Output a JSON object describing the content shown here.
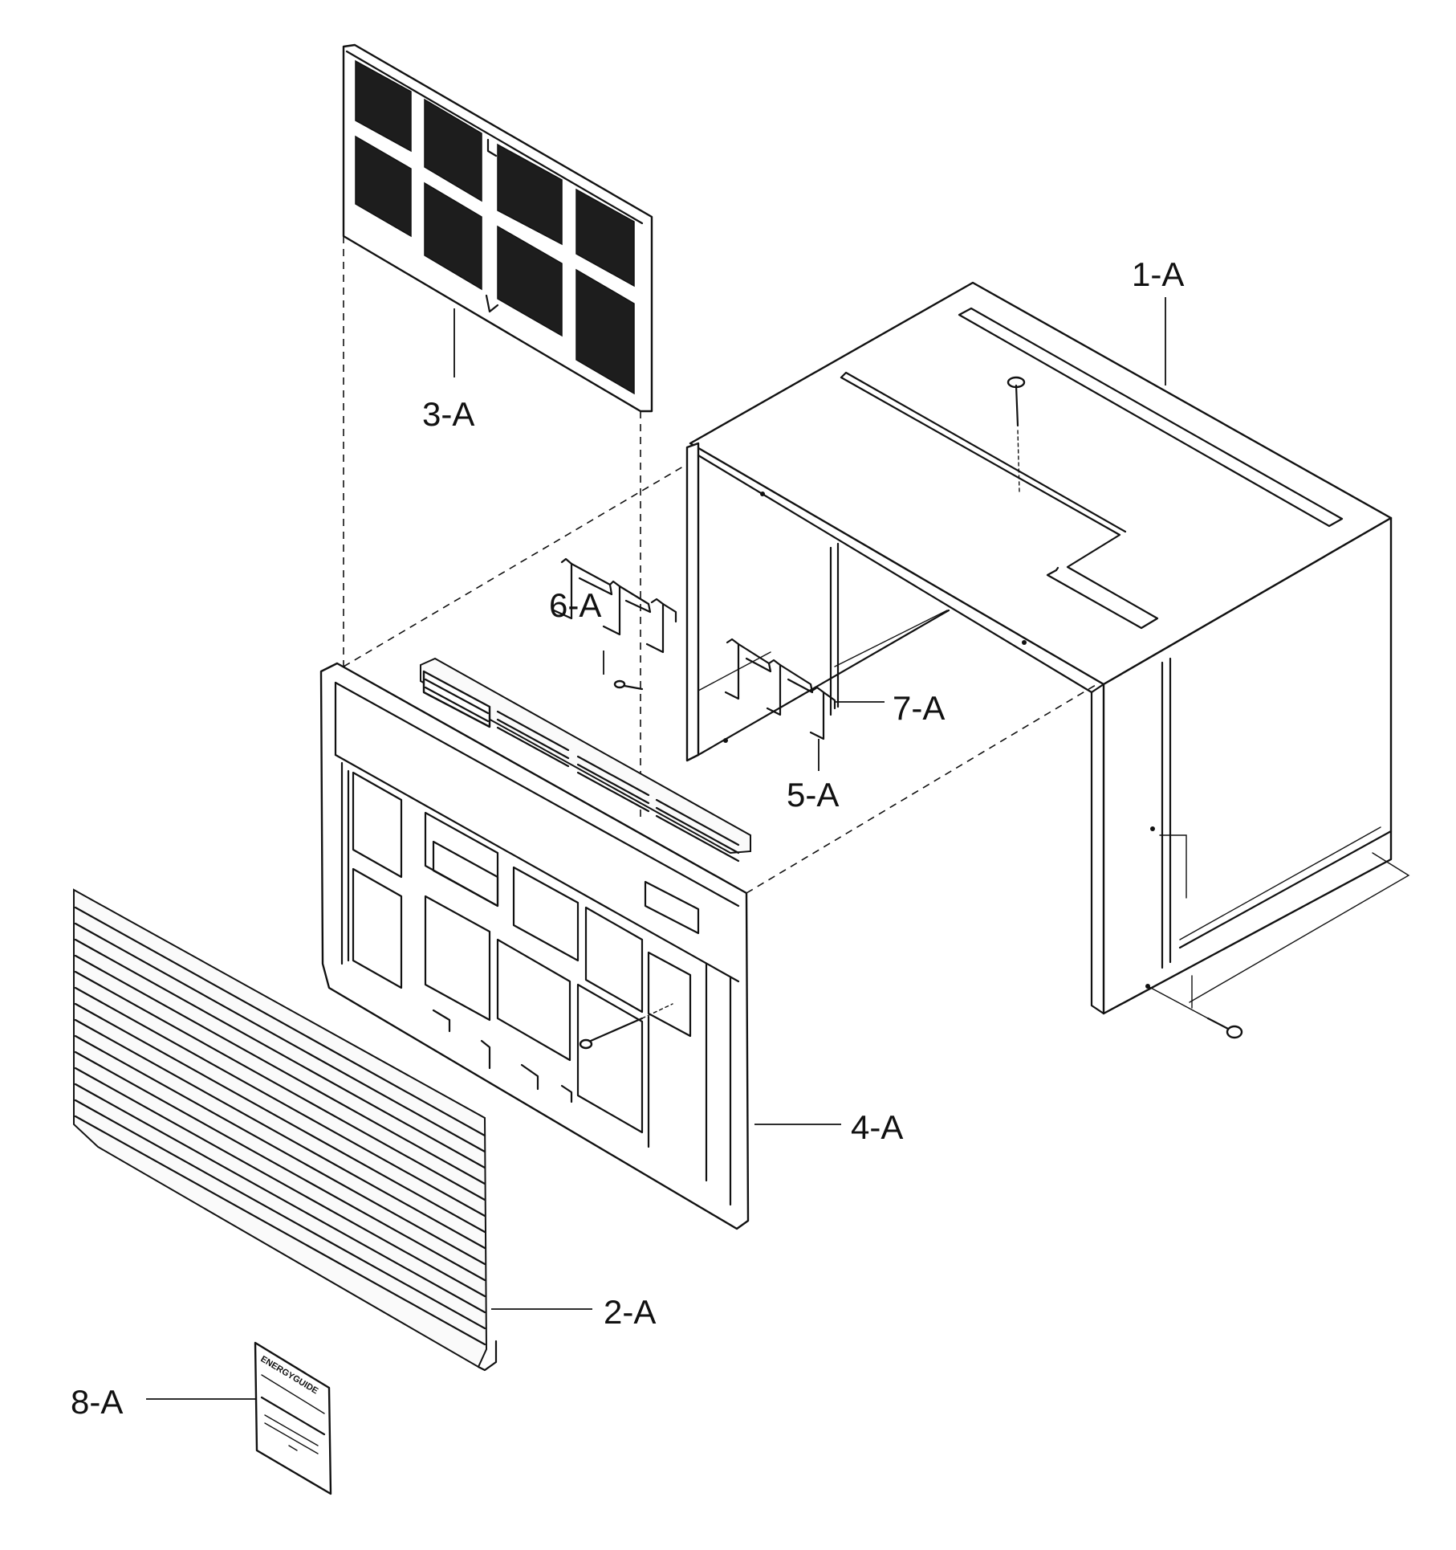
{
  "labels": {
    "cabinet": "1-A",
    "front_grille": "2-A",
    "air_filter": "3-A",
    "front_panel": "4-A",
    "bracket_right": "5-A",
    "bracket_left": "6-A",
    "screw": "7-A",
    "energy_guide_label": "8-A"
  },
  "energy_guide": {
    "heading": "ENERGYGUIDE"
  }
}
